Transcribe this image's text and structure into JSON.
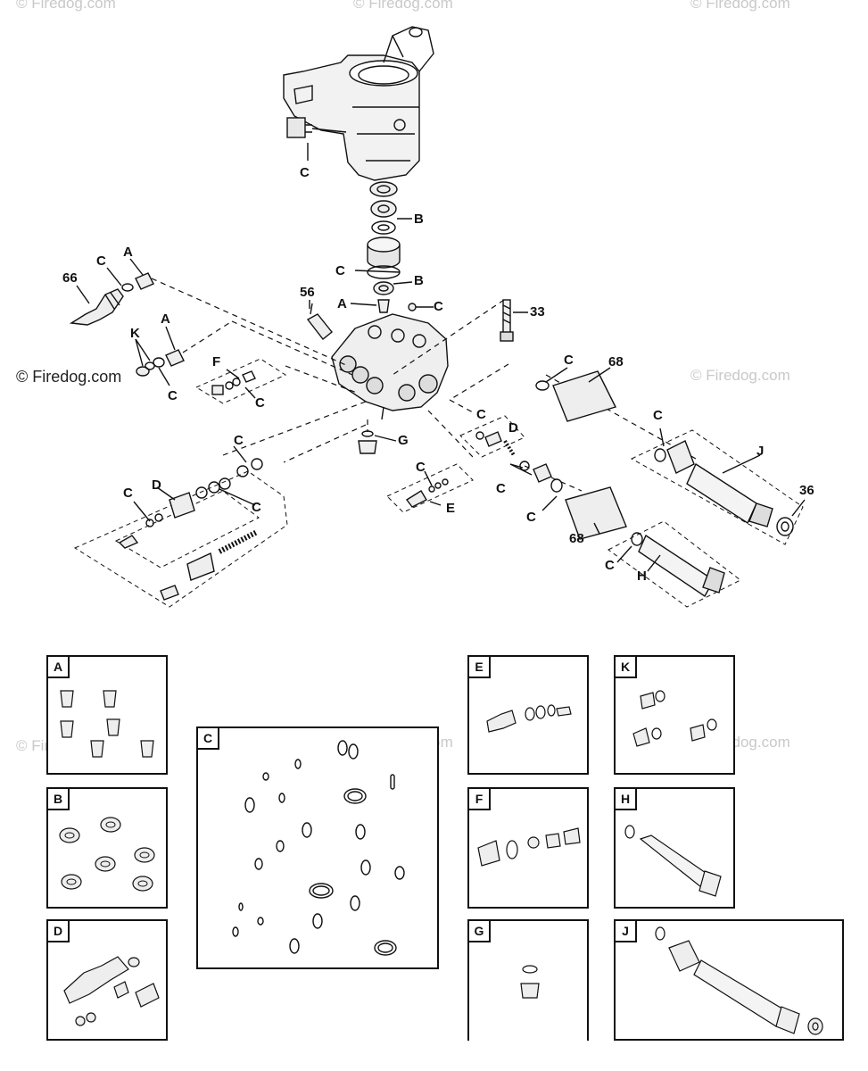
{
  "watermark": {
    "text": "© Firedog.com"
  },
  "callouts": {
    "c_top": "C",
    "b_upper": "B",
    "c_mid": "C",
    "b_lower": "B",
    "a_center": "A",
    "c_center": "C",
    "n33": "33",
    "n56": "56",
    "n66": "66",
    "c_66": "C",
    "a_66": "A",
    "k": "K",
    "a_k": "A",
    "c_k": "C",
    "f": "F",
    "c_f": "C",
    "c_68a": "C",
    "n68a": "68",
    "c_j": "C",
    "j": "J",
    "n36": "36",
    "c_d2": "C",
    "d2": "D",
    "g": "G",
    "c_d1top": "C",
    "c_d1left": "C",
    "d1": "D",
    "c_d1right": "C",
    "c_e": "C",
    "e": "E",
    "c_68b_left": "C",
    "c_68b": "C",
    "n68b": "68",
    "c_h": "C",
    "h": "H"
  },
  "detail_boxes": {
    "a": "A",
    "b": "B",
    "c": "C",
    "d": "D",
    "e": "E",
    "f": "F",
    "g": "G",
    "h": "H",
    "j": "J",
    "k": "K"
  }
}
